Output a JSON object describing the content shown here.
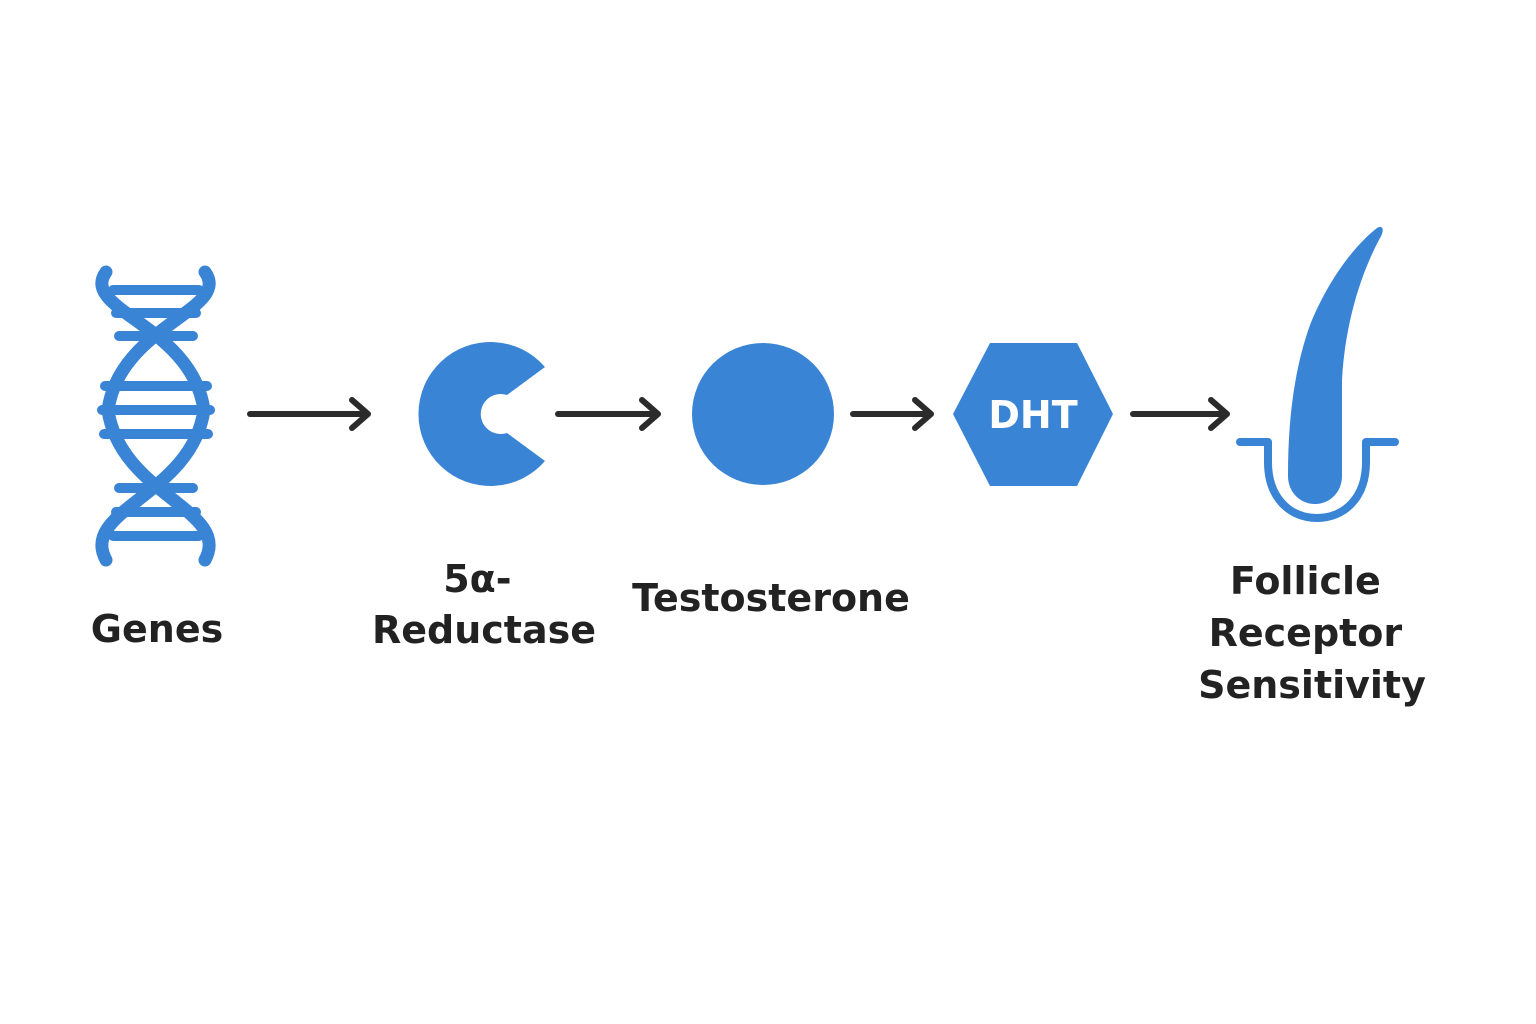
{
  "colors": {
    "accent": "#3a84d6",
    "arrow": "#2b2b2b",
    "text": "#222222",
    "background": "#ffffff"
  },
  "steps": [
    {
      "icon": "dna-icon",
      "label_lines": [
        "Genes"
      ]
    },
    {
      "icon": "enzyme-icon",
      "label_lines": [
        "5α-",
        "Reductase"
      ]
    },
    {
      "icon": "circle-icon",
      "label_lines": [
        "Testosterone"
      ]
    },
    {
      "icon": "hexagon-icon",
      "badge": "DHT",
      "label_lines": []
    },
    {
      "icon": "hair-follicle-icon",
      "label_lines": [
        "Follicle",
        "Receptor",
        "Sensitivity"
      ]
    }
  ]
}
